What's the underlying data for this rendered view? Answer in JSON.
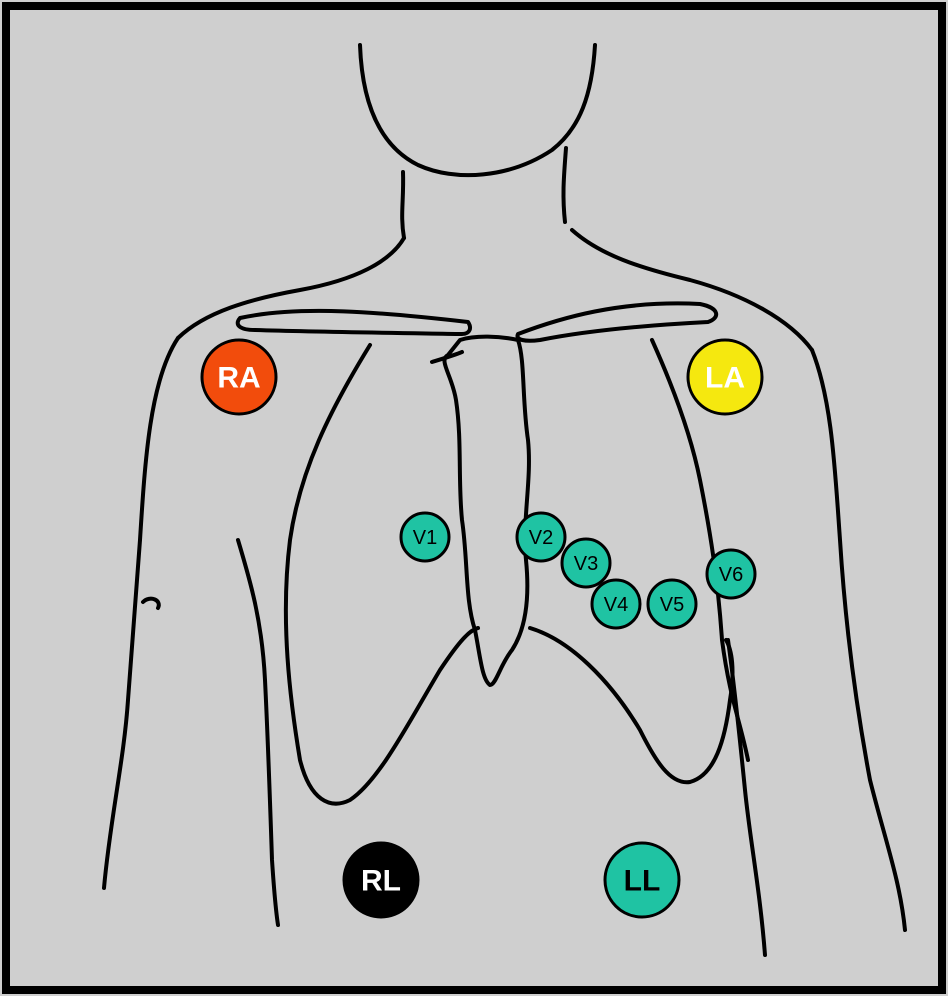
{
  "diagram": {
    "background": "#cfcfcf",
    "electrodes": [
      {
        "id": "ra",
        "label": "RA",
        "color": "#f24c0c",
        "text_color": "#ffffff"
      },
      {
        "id": "la",
        "label": "LA",
        "color": "#f5e80f",
        "text_color": "#ffffff"
      },
      {
        "id": "rl",
        "label": "RL",
        "color": "#000000",
        "text_color": "#ffffff"
      },
      {
        "id": "ll",
        "label": "LL",
        "color": "#1fc3a3",
        "text_color": "#000000"
      },
      {
        "id": "v1",
        "label": "V1",
        "color": "#1fc3a3",
        "text_color": "#000000"
      },
      {
        "id": "v2",
        "label": "V2",
        "color": "#1fc3a3",
        "text_color": "#000000"
      },
      {
        "id": "v3",
        "label": "V3",
        "color": "#1fc3a3",
        "text_color": "#000000"
      },
      {
        "id": "v4",
        "label": "V4",
        "color": "#1fc3a3",
        "text_color": "#000000"
      },
      {
        "id": "v5",
        "label": "V5",
        "color": "#1fc3a3",
        "text_color": "#000000"
      },
      {
        "id": "v6",
        "label": "V6",
        "color": "#1fc3a3",
        "text_color": "#000000"
      }
    ]
  }
}
